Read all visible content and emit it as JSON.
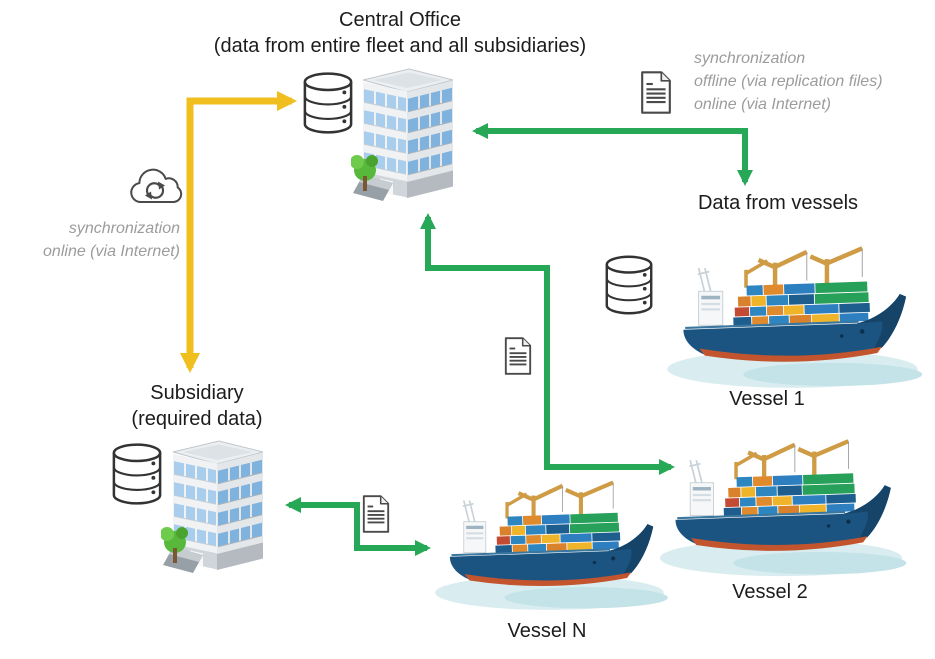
{
  "colors": {
    "arrow_green": "#27a857",
    "arrow_yellow": "#f0be1e",
    "text_dark": "#1c1c1c",
    "text_muted": "#9c9c9c"
  },
  "central_office": {
    "title": "Central Office",
    "subtitle": "(data from entire fleet and all subsidiaries)"
  },
  "subsidiary": {
    "title": "Subsidiary",
    "subtitle": "(required data)"
  },
  "vessels": {
    "group_label": "Data from vessels",
    "vessel1": "Vessel 1",
    "vessel2": "Vessel 2",
    "vesselN": "Vessel N"
  },
  "annotations": {
    "office_sync": {
      "line1": "synchronization",
      "line2": "offline (via replication files)",
      "line3": "online (via Internet)"
    },
    "subsidiary_sync": {
      "line1": "synchronization",
      "line2": "online (via Internet)"
    }
  },
  "icons": {
    "database": "stacked-cylinder-database",
    "document": "page-with-folded-corner-and-text-lines",
    "cloud_sync": "cloud-with-circular-sync-arrows",
    "building": "isometric-blue-glass-office-building-with-tree",
    "vessel": "container-cargo-ship"
  }
}
